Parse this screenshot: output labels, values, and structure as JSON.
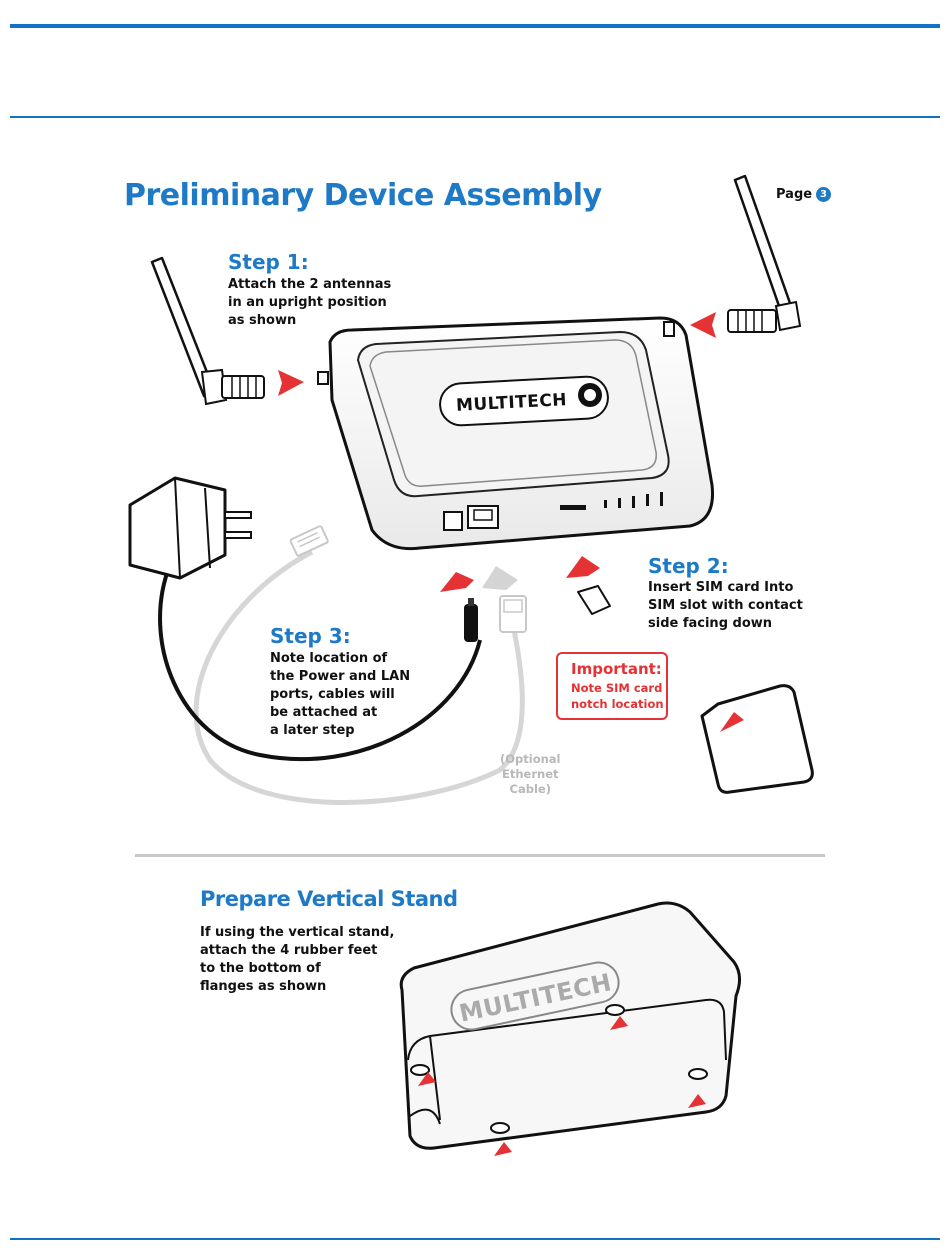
{
  "header": {},
  "main": {
    "title": "Preliminary Device Assembly",
    "page_label": "Page",
    "page_number": "3",
    "step1": {
      "heading": "Step 1:",
      "lines": [
        "Attach the 2 antennas",
        "in an upright position",
        "as shown"
      ]
    },
    "step2": {
      "heading": "Step 2:",
      "lines": [
        "Insert SIM card Into",
        "SIM slot with contact",
        "side facing down"
      ]
    },
    "step3": {
      "heading": "Step 3:",
      "lines": [
        "Note location of",
        "the Power and LAN",
        "ports, cables will",
        "be attached at",
        "a later step"
      ]
    },
    "important": {
      "heading": "Important:",
      "lines": [
        "Note SIM card",
        "notch location"
      ]
    },
    "optional": {
      "lines": [
        "(Optional",
        "Ethernet",
        "Cable)"
      ]
    },
    "device_logo": "MULTITECH",
    "stand": {
      "title": "Prepare Vertical Stand",
      "lines": [
        "If using the vertical stand,",
        "attach the 4 rubber feet",
        "to the bottom of",
        "flanges as shown"
      ],
      "logo": "MULTITECH"
    }
  },
  "colors": {
    "accent_blue": "#1e7ac6",
    "rule_blue": "#1273c4",
    "arrow_red": "#e53235",
    "important_red": "#e53235"
  }
}
